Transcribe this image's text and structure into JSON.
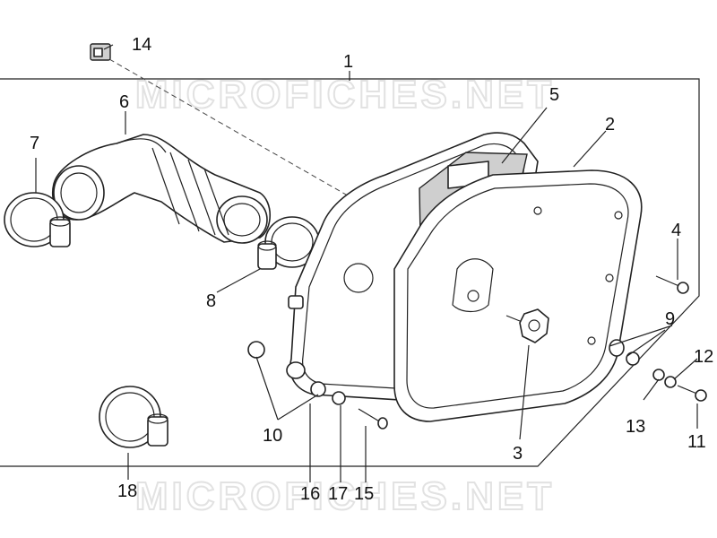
{
  "watermark": {
    "top": "MICROFICHES.NET",
    "bottom": "MICROFICHES.NET"
  },
  "callouts": {
    "c1": "1",
    "c2": "2",
    "c3": "3",
    "c4": "4",
    "c5": "5",
    "c6": "6",
    "c7": "7",
    "c8": "8",
    "c9": "9",
    "c10": "10",
    "c11": "11",
    "c12": "12",
    "c13": "13",
    "c14": "14",
    "c15": "15",
    "c16": "16",
    "c17": "17",
    "c18": "18"
  },
  "colors": {
    "line": "#222222",
    "watermark": "#e2e2e2",
    "background": "#ffffff"
  }
}
